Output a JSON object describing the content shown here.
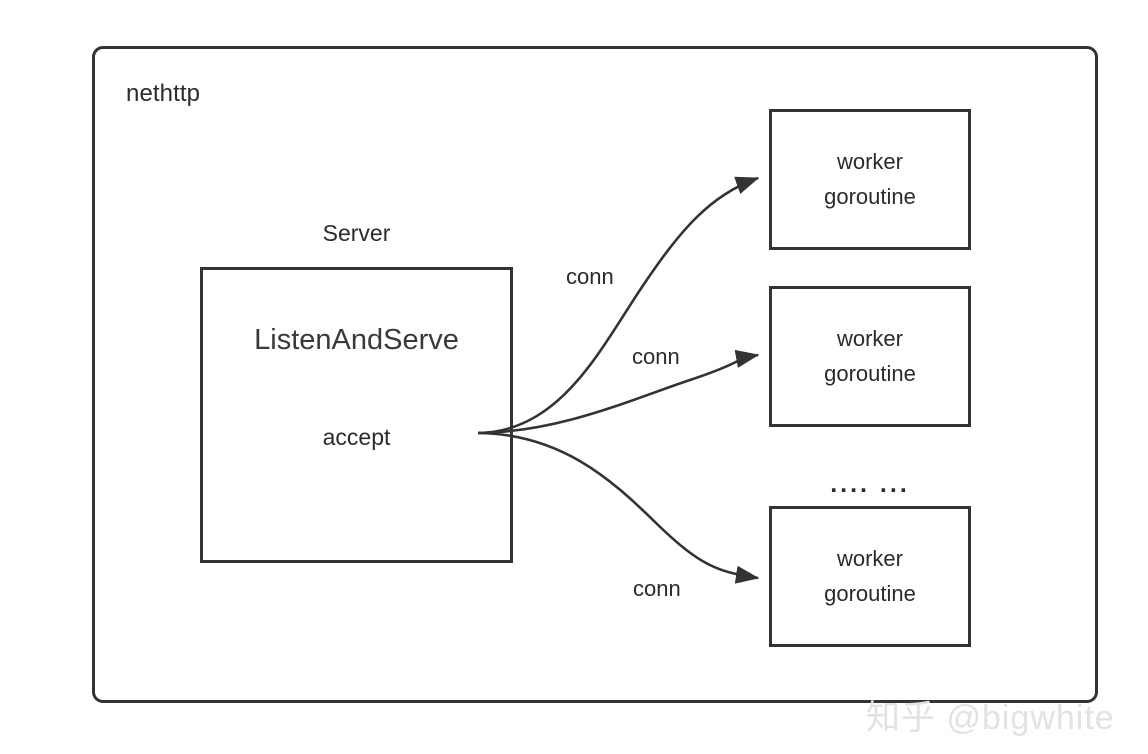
{
  "diagram": {
    "package": {
      "label": "nethttp"
    },
    "server": {
      "title": "Server",
      "main_call": "ListenAndServe",
      "operation": "accept"
    },
    "workers": [
      {
        "line1": "worker",
        "line2": "goroutine"
      },
      {
        "line1": "worker",
        "line2": "goroutine"
      },
      {
        "line1": "worker",
        "line2": "goroutine"
      }
    ],
    "ellipsis": ".... ...",
    "edges": [
      {
        "label": "conn"
      },
      {
        "label": "conn"
      },
      {
        "label": "conn"
      }
    ],
    "colors": {
      "stroke": "#333333",
      "text": "#2b2b2b",
      "background": "#ffffff",
      "watermark": "#e2e2e2"
    }
  },
  "watermark": {
    "text": "知乎 @bigwhite"
  }
}
